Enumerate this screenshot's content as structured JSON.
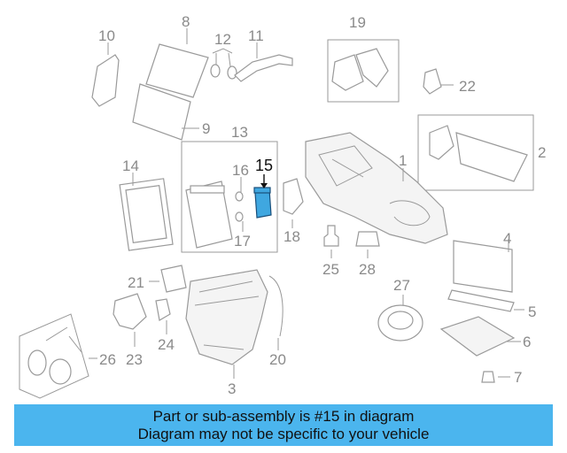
{
  "diagram": {
    "callouts": [
      "1",
      "2",
      "3",
      "4",
      "5",
      "6",
      "7",
      "8",
      "9",
      "10",
      "11",
      "12",
      "13",
      "14",
      "15",
      "16",
      "17",
      "18",
      "19",
      "20",
      "21",
      "22",
      "23",
      "24",
      "25",
      "26",
      "27",
      "28"
    ],
    "highlighted_callout": "15",
    "highlight_color": "#3fa7e0"
  },
  "banner": {
    "line1": "Part or sub-assembly is #15 in diagram",
    "line2": "Diagram may not be specific to your vehicle",
    "background": "#4bb5ee"
  }
}
